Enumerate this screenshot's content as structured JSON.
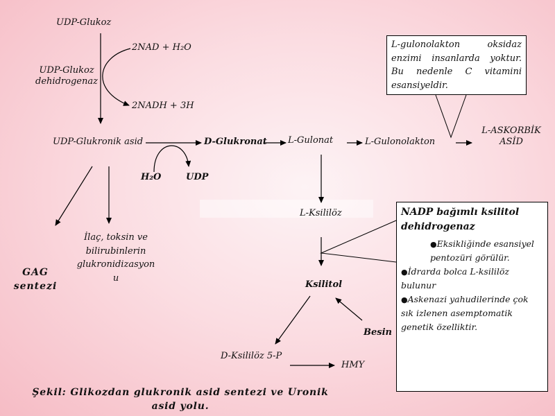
{
  "nodes": {
    "udp_glukoz": "UDP-Glukoz",
    "nad_h2o": "2NAD + H₂O",
    "enzyme": "UDP-Glukoz dehidrogenaz",
    "nadh": "2NADH + 3H",
    "udp_glukronik": "UDP-Glukronik asid",
    "d_glukronat": "D-Glukronat",
    "l_gulonat": "L-Gulonat",
    "l_gulonolakton": "L-Gulonolakton",
    "l_askorbik": "L-ASKORBİK ASİD",
    "h2o": "H₂O",
    "udp": "UDP",
    "l_ksililoz": "L-Ksililöz",
    "ilac": "İlaç, toksin ve bilirubinlerin glukronidizasyon u",
    "gag": "GAG sentezi",
    "ksilitol": "Ksilitol",
    "besin": "Besin",
    "d_ksililoz": "D-Ksililöz 5-P",
    "hmy": "HMY"
  },
  "note_box": {
    "text": "L-gulonolakton oksidaz enzimi insanlarda yoktur. Bu nedenle C vitamini esansiyeldir."
  },
  "info_box": {
    "title": "NADP bağımlı ksilitol dehidrogenaz",
    "items": [
      "Eksikliğinde esansiyel pentozüri görülür.",
      "İdrarda bolca L-ksililöz bulunur",
      "Askenazi yahudilerinde çok sık izlenen asemptomatik genetik özelliktir."
    ]
  },
  "caption": "Şekil: Glikozdan glukronik asid sentezi ve Uronik asid yolu."
}
